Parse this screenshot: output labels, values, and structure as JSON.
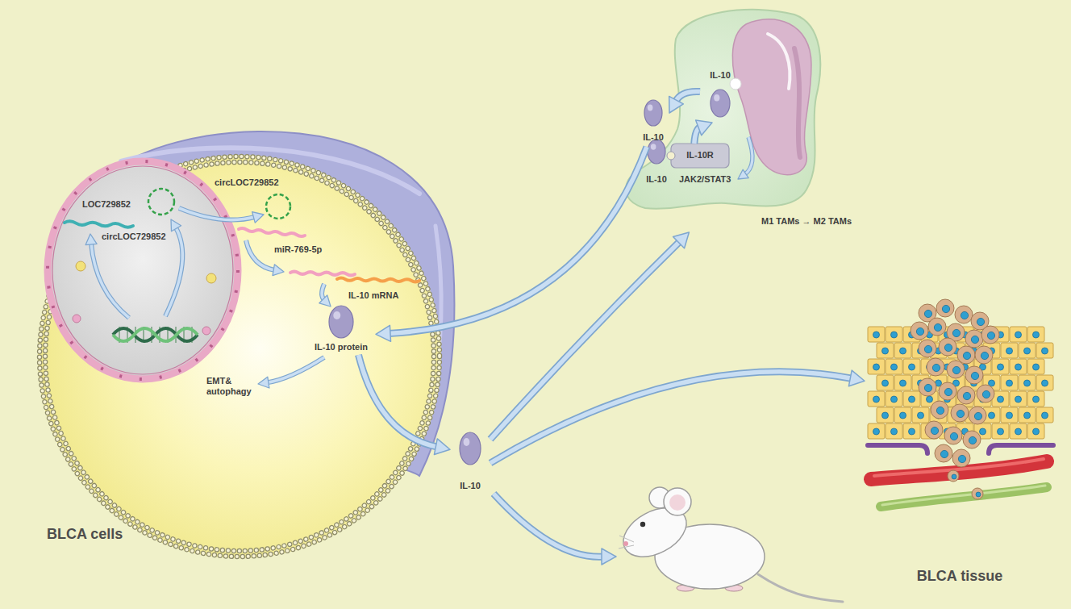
{
  "diagram": {
    "nodes": [
      {
        "text": [
          "BLCA cells"
        ]
      },
      {
        "text": [
          "LOC729852",
          "circLOC729852"
        ],
        "in": 0
      },
      {
        "text": [
          "IL-10 protein"
        ],
        "in": 0
      },
      {
        "text": [
          "IL-10"
        ]
      },
      {
        "text": [
          "IL-10"
        ]
      },
      {
        "text": [
          "M1 TAMs → M2 TAMs"
        ]
      },
      {
        "text": [
          "IL-10"
        ],
        "in": 5
      },
      {
        "text": [
          "IL-10"
        ],
        "in": 5
      },
      {
        "text": [
          "IL-10R"
        ],
        "in": 5
      },
      {
        "text": [
          "BLCA tissue"
        ]
      }
    ],
    "edges": [
      {
        "from": 2,
        "to": 3,
        "arrow": "to"
      },
      {
        "from": 3,
        "to": 5,
        "arrow": "to"
      },
      {
        "from": 3,
        "to": 9,
        "arrow": "to"
      },
      {
        "from": 8,
        "to": 6,
        "arrow": "to"
      },
      {
        "from": 6,
        "to": 4,
        "arrow": "to"
      },
      {
        "from": 4,
        "to": 2,
        "arrow": "to"
      }
    ],
    "labels": [
      "circLOC729852",
      "miR-769-5p",
      "IL-10 mRNA",
      "EMT& autophagy",
      "JAK2/STAT3"
    ]
  }
}
